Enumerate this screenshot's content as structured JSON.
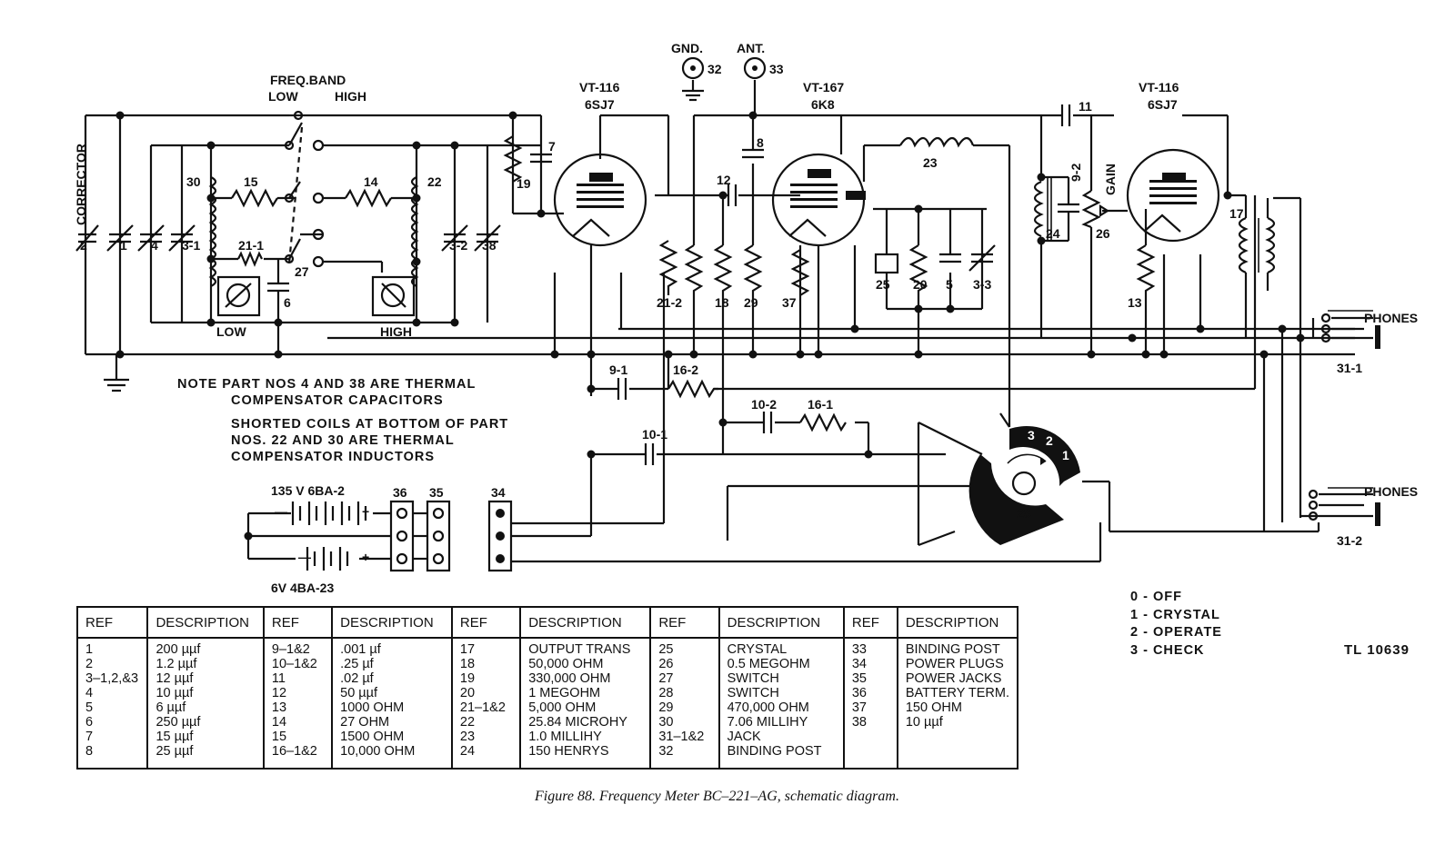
{
  "labels": {
    "freq_band": "FREQ.BAND",
    "low": "LOW",
    "high": "HIGH",
    "corrector": "CORRECTOR",
    "gnd": "GND.",
    "ant": "ANT.",
    "vt116_a": "VT-116",
    "tube_6sj7_a": "6SJ7",
    "vt167": "VT-167",
    "tube_6k8": "6K8",
    "vt116_b": "VT-116",
    "tube_6sj7_b": "6SJ7",
    "gain": "GAIN",
    "phones_1": "PHONES",
    "phones_2": "PHONES",
    "jack_31_1": "31-1",
    "jack_31_2": "31-2",
    "coil_low": "LOW",
    "coil_high": "HIGH",
    "battery_1": "135 V  6BA-2",
    "battery_2": "6V  4BA-23",
    "plus": "+",
    "minus": "—"
  },
  "part_numbers": {
    "p2": "2",
    "p1": "1",
    "p4": "4",
    "p3_1": "3-1",
    "p30": "30",
    "p15": "15",
    "p14": "14",
    "p22": "22",
    "p3_2": "3-2",
    "p38": "38",
    "p21_1": "21-1",
    "p27": "27",
    "p6": "6",
    "p19": "19",
    "p7": "7",
    "p32": "32",
    "p33": "33",
    "p8": "8",
    "p12": "12",
    "p23": "23",
    "p11": "11",
    "p9_2": "9-2",
    "p24": "24",
    "p26": "26",
    "p17": "17",
    "p13": "13",
    "p21_2": "21-2",
    "p18": "18",
    "p29": "29",
    "p37": "37",
    "p25": "25",
    "p20": "20",
    "p5": "5",
    "p3_3": "3-3",
    "p9_1": "9-1",
    "p16_2": "16-2",
    "p10_2": "10-2",
    "p16_1": "16-1",
    "p10_1": "10-1",
    "p36": "36",
    "p35": "35",
    "p34": "34",
    "p28": "28",
    "sw_3": "3",
    "sw_2": "2",
    "sw_1": "1",
    "sw_0": "0"
  },
  "notes": [
    "NOTE  PART NOS 4 AND 38 ARE THERMAL",
    "COMPENSATOR CAPACITORS",
    "SHORTED COILS AT BOTTOM OF PART",
    "NOS. 22 AND 30 ARE THERMAL",
    "COMPENSATOR INDUCTORS"
  ],
  "switch_legend": [
    "0 - OFF",
    "1 - CRYSTAL",
    "2 - OPERATE",
    "3 - CHECK"
  ],
  "tl_number": "TL 10639",
  "table": {
    "headers": [
      "REF",
      "DESCRIPTION",
      "REF",
      "DESCRIPTION",
      "REF",
      "DESCRIPTION",
      "REF",
      "DESCRIPTION",
      "REF",
      "DESCRIPTION"
    ],
    "columns": [
      "1\n2\n3–1,2,&3\n4\n5\n6\n7\n8",
      "200 µµf\n1.2 µµf\n12 µµf\n10 µµf\n6 µµf\n250 µµf\n15 µµf\n25 µµf",
      "9–1&2\n10–1&2\n11\n12\n13\n14\n15\n16–1&2",
      ".001 µf\n.25 µf\n.02 µf\n50 µµf\n1000 OHM\n27 OHM\n1500 OHM\n10,000 OHM",
      "17\n18\n19\n20\n21–1&2\n22\n23\n24",
      "OUTPUT TRANS\n50,000 OHM\n330,000 OHM\n1 MEGOHM\n5,000 OHM\n25.84 MICROHY\n1.0 MILLIHY\n150 HENRYS",
      "25\n26\n27\n28\n29\n30\n31–1&2\n32",
      "CRYSTAL\n0.5 MEGOHM\nSWITCH\nSWITCH\n470,000 OHM\n7.06 MILLIHY\nJACK\nBINDING POST",
      "33\n34\n35\n36\n37\n38",
      "BINDING POST\nPOWER PLUGS\nPOWER JACKS\nBATTERY TERM.\n150 OHM\n10 µµf"
    ]
  },
  "caption": "Figure 88.  Frequency Meter BC–221–AG, schematic diagram."
}
